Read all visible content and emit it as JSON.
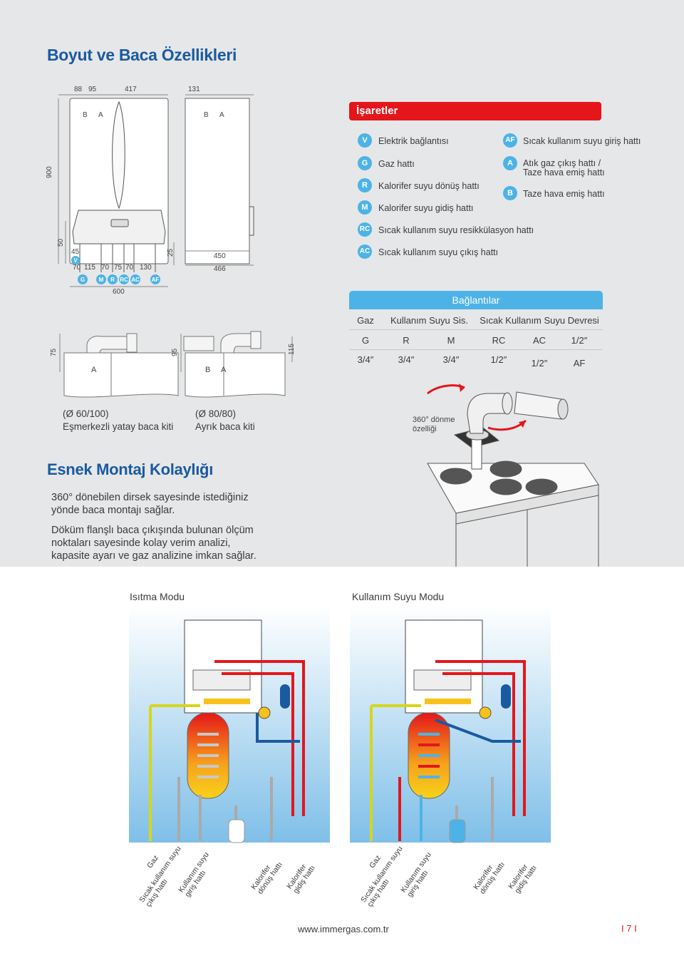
{
  "title": "Boyut ve Baca Özellikleri",
  "legend": {
    "header": "İşaretler",
    "left_items": [
      {
        "code": "V",
        "text": "Elektrik bağlantısı"
      },
      {
        "code": "G",
        "text": "Gaz hattı"
      },
      {
        "code": "R",
        "text": "Kalorifer suyu dönüş hattı"
      },
      {
        "code": "M",
        "text": "Kalorifer suyu gidiş hattı"
      },
      {
        "code": "RC",
        "text": "Sıcak kullanım suyu resikkülasyon hattı"
      },
      {
        "code": "AC",
        "text": "Sıcak kullanım suyu çıkış hattı"
      }
    ],
    "right_items": [
      {
        "code": "AF",
        "text": "Sıcak kullanım suyu giriş hattı"
      },
      {
        "code": "A",
        "text": "Atık gaz çıkış hattı /",
        "text2": "Taze hava emiş hattı"
      },
      {
        "code": "B",
        "text": "Taze hava emiş hattı"
      }
    ]
  },
  "connections": {
    "title": "Bağlantılar",
    "groups": [
      "Gaz",
      "Kullanım Suyu Sis.",
      "Sıcak Kullanım Suyu Devresi"
    ],
    "codes": [
      "G",
      "R",
      "M",
      "RC",
      "AC",
      "1/2″"
    ],
    "sizes": [
      "3/4″",
      "3/4″",
      "3/4″",
      "1/2″",
      "1/2″",
      "AF"
    ]
  },
  "dims": {
    "top": [
      "88",
      "95",
      "417",
      "131"
    ],
    "ab_left": [
      "B",
      "A"
    ],
    "ab_right": [
      "B",
      "A"
    ],
    "height": "900",
    "d50": "50",
    "d45": "45",
    "v": "V",
    "bottom_nums": [
      "70",
      "115",
      "70",
      "75",
      "70",
      "130"
    ],
    "bottom_codes": [
      "G",
      "M",
      "R",
      "RC",
      "AC",
      "AF"
    ],
    "width_front": "600",
    "d25": "25",
    "w450": "450",
    "w466": "466",
    "d75": "75",
    "d95": "95",
    "d115": "115",
    "flue_a": "A",
    "flue_b": "B",
    "flue_a2": "A"
  },
  "flue_kits": [
    {
      "line1": "(Ø 60/100)",
      "line2": "Eşmerkezli yatay baca kiti"
    },
    {
      "line1": "(Ø 80/80)",
      "line2": "Ayrık baca kiti"
    }
  ],
  "rotation": {
    "line1": "360° dönme",
    "line2": "özelliği"
  },
  "flex": {
    "title": "Esnek Montaj Kolaylığı",
    "p1a": "360° dönebilen dirsek sayesinde istediğiniz",
    "p1b": "yönde baca montajı sağlar.",
    "p2a": "Döküm flanşlı baca çıkışında bulunan ölçüm",
    "p2b": "noktaları sayesinde kolay verim analizi,",
    "p2c": "kapasite ayarı ve gaz analizine imkan sağlar."
  },
  "modes": [
    {
      "title": "Isıtma Modu"
    },
    {
      "title": "Kullanım Suyu Modu"
    }
  ],
  "pipe_labels": [
    "Gaz",
    "Sıcak kullanım suyu\nçıkış hattı",
    "Kullanım suyu\ngiriş hattı",
    "Kalorifer\ndönüş hattı",
    "Kalorifer\ngidiş hattı"
  ],
  "footer": {
    "url": "www.immergas.com.tr",
    "page": "I 7 I"
  },
  "colors": {
    "accent_red": "#e4161b",
    "accent_blue": "#4db3e6",
    "title_blue": "#1a5aa0"
  }
}
